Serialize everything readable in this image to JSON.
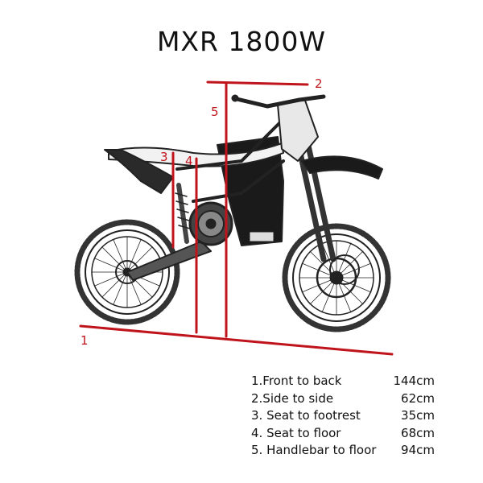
{
  "title": "MXR 1800W",
  "line_color": "#c0141c",
  "measure_labels": [
    "1",
    "2",
    "3",
    "4",
    "5"
  ],
  "specs": [
    {
      "label": "1.Front to back",
      "value": "144cm"
    },
    {
      "label": "2.Side to side",
      "value": "62cm"
    },
    {
      "label": "3. Seat to footrest",
      "value": "35cm"
    },
    {
      "label": "4. Seat to floor",
      "value": "68cm"
    },
    {
      "label": "5. Handlebar to floor",
      "value": "94cm"
    }
  ]
}
